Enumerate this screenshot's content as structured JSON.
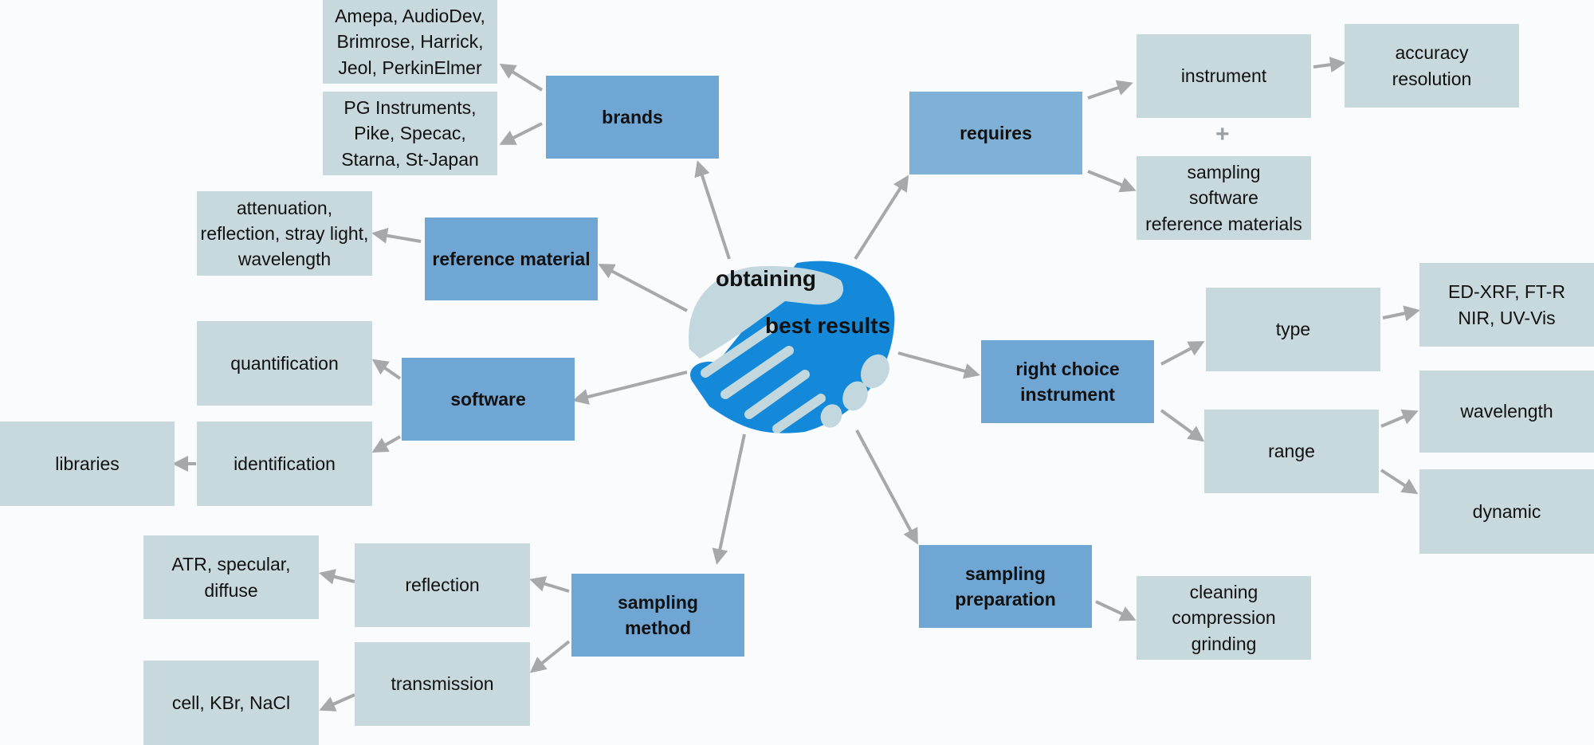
{
  "hub": {
    "line1": "obtaining",
    "line2": "best results",
    "icon": "handshake-icon"
  },
  "categories": {
    "brands": "brands",
    "requires": "requires",
    "reference_material": "reference material",
    "software": "software",
    "right_choice": "right choice\ninstrument",
    "sampling_method": "sampling\nmethod",
    "sampling_preparation": "sampling\npreparation"
  },
  "leaves": {
    "brands_a": "Amepa, AudioDev,\nBrimrose, Harrick,\nJeol, PerkinElmer",
    "brands_b": "PG Instruments,\nPike, Specac,\nStarna, St-Japan",
    "ref_detail": "attenuation,\nreflection, stray light,\nwavelength",
    "quantification": "quantification",
    "identification": "identification",
    "libraries": "libraries",
    "reflection": "reflection",
    "reflection_detail": "ATR, specular,\ndiffuse",
    "transmission": "transmission",
    "transmission_detail": "cell, KBr, NaCl",
    "instrument": "instrument",
    "accuracy": "accuracy\nresolution",
    "plus": "+",
    "sampling_sw": "sampling\nsoftware\nreference materials",
    "type": "type",
    "type_detail": "ED-XRF, FT-R\nNIR, UV-Vis",
    "range": "range",
    "wavelength": "wavelength",
    "dynamic": "dynamic",
    "prep_detail": "cleaning\ncompression\ngrinding"
  },
  "colors": {
    "category": "#6fa6d3",
    "leaf": "#c8d9de",
    "arrow": "#a6a8aa",
    "hub_blue": "#1589d9",
    "hub_light": "#c3d8de"
  }
}
